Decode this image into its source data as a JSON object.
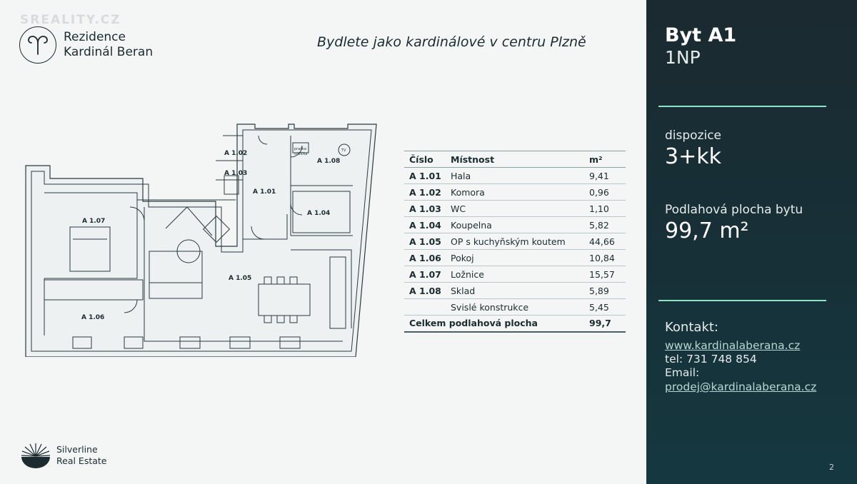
{
  "watermark": "SREALITY.CZ",
  "logo": {
    "line1": "Rezidence",
    "line2": "Kardinál Beran"
  },
  "tagline": "Bydlete jako kardinálové v centru Plzně",
  "plan_labels": {
    "a101": "A 1.01",
    "a102": "A 1.02",
    "a103": "A 1.03",
    "a104": "A 1.04",
    "a105": "A 1.05",
    "a106": "A 1.06",
    "a107": "A 1.07",
    "a108": "A 1.08",
    "pracka": "pračka",
    "susicka": "sušička",
    "tv": "TV"
  },
  "table": {
    "headers": {
      "code": "Číslo",
      "name": "Místnost",
      "area": "m²"
    },
    "rows": [
      {
        "code": "A 1.01",
        "name": "Hala",
        "area": "9,41"
      },
      {
        "code": "A 1.02",
        "name": "Komora",
        "area": "0,96"
      },
      {
        "code": "A 1.03",
        "name": "WC",
        "area": "1,10"
      },
      {
        "code": "A 1.04",
        "name": "Koupelna",
        "area": "5,82"
      },
      {
        "code": "A 1.05",
        "name": "OP s kuchyňským koutem",
        "area": "44,66"
      },
      {
        "code": "A 1.06",
        "name": "Pokoj",
        "area": "10,84"
      },
      {
        "code": "A 1.07",
        "name": "Ložnice",
        "area": "15,57"
      },
      {
        "code": "A 1.08",
        "name": "Sklad",
        "area": "5,89"
      },
      {
        "code": "",
        "name": "Svislé konstrukce",
        "area": "5,45"
      }
    ],
    "total": {
      "label": "Celkem podlahová plocha",
      "area": "99,7"
    }
  },
  "brand": {
    "line1": "Silverline",
    "line2": "Real Estate"
  },
  "panel": {
    "title": "Byt A1",
    "floor": "1NP",
    "layout_label": "dispozice",
    "layout_value": "3+kk",
    "area_label": "Podlahová plocha bytu",
    "area_value": "99,7 m²",
    "contact_title": "Kontakt:",
    "website": "www.kardinalaberana.cz",
    "phone": "tel: 731 748 854",
    "email_label": "Email:",
    "email": "prodej@kardinalaberana.cz",
    "page_number": "2"
  },
  "colors": {
    "panel_bg": "#1b2a30",
    "accent_rule": "#8fe0c4",
    "ink": "#1c2b2f"
  }
}
